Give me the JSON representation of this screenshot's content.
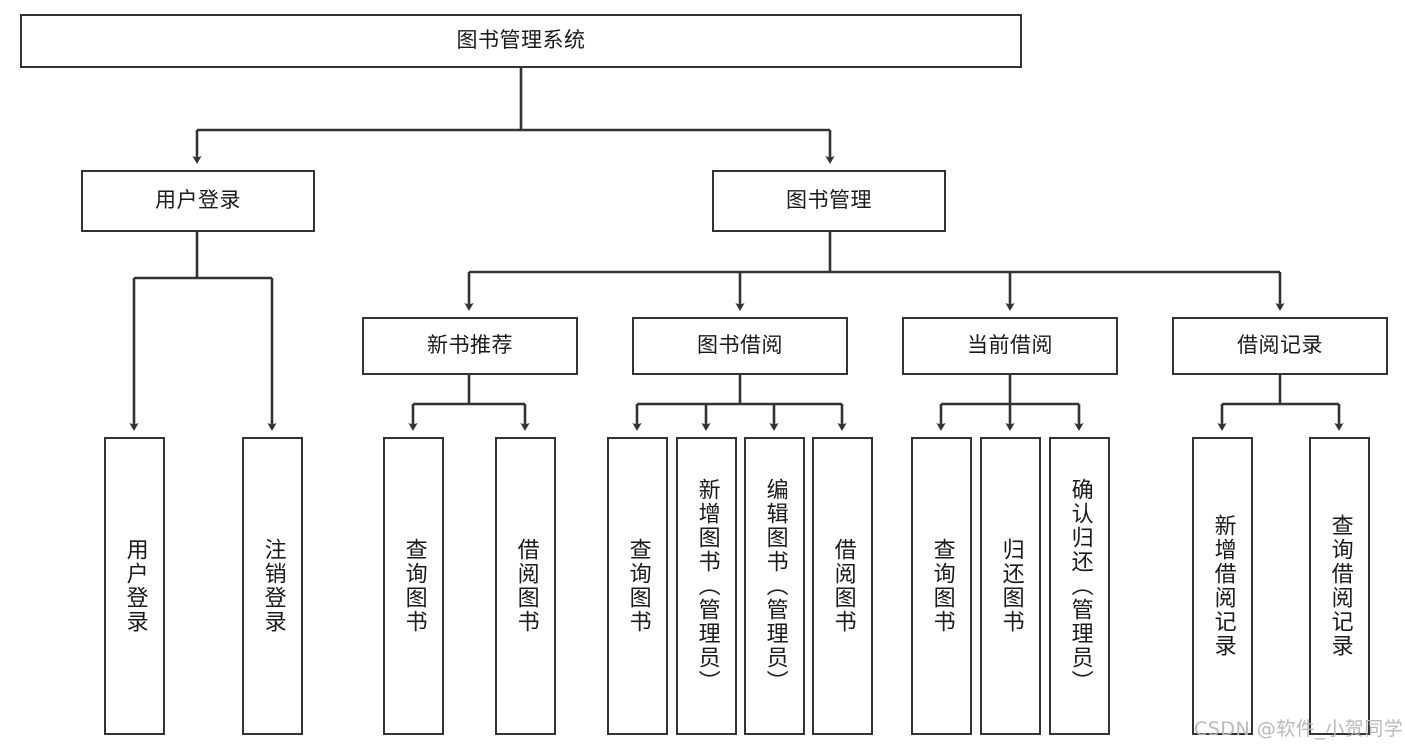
{
  "diagram": {
    "title": "图书管理系统",
    "type": "hierarchy-tree",
    "colors": {
      "box_border": "#333333",
      "box_fill": "#ffffff",
      "connector": "#333333",
      "text": "#1a1a1a",
      "watermark": "#b9b9b9",
      "background": "#ffffff"
    },
    "levels": {
      "level1": [
        "图书管理系统"
      ],
      "level2": [
        "用户登录",
        "图书管理"
      ],
      "level3": [
        "新书推荐",
        "图书借阅",
        "当前借阅",
        "借阅记录"
      ],
      "level4": [
        "用户登录",
        "注销登录",
        "查询图书",
        "借阅图书",
        "查询图书",
        "新增图书（管理员）",
        "编辑图书（管理员）",
        "借阅图书",
        "查询图书",
        "归还图书",
        "确认归还（管理员）",
        "新增借阅记录",
        "查询借阅记录"
      ]
    },
    "nodes": {
      "root": {
        "label": "图书管理系统"
      },
      "user_login": {
        "label": "用户登录"
      },
      "book_manage": {
        "label": "图书管理"
      },
      "new_book_rec": {
        "label": "新书推荐"
      },
      "book_borrow": {
        "label": "图书借阅"
      },
      "current_borrow": {
        "label": "当前借阅"
      },
      "borrow_record": {
        "label": "借阅记录"
      },
      "leaf_user_login": {
        "label": "用户登录"
      },
      "leaf_logout": {
        "label": "注销登录"
      },
      "leaf_query_book_1": {
        "label": "查询图书"
      },
      "leaf_borrow_book_1": {
        "label": "借阅图书"
      },
      "leaf_query_book_2": {
        "label": "查询图书"
      },
      "leaf_add_book": {
        "label": "新增图书（管理员）"
      },
      "leaf_edit_book": {
        "label": "编辑图书（管理员）"
      },
      "leaf_borrow_book_2": {
        "label": "借阅图书"
      },
      "leaf_query_book_3": {
        "label": "查询图书"
      },
      "leaf_return_book": {
        "label": "归还图书"
      },
      "leaf_confirm_return": {
        "label": "确认归还（管理员）"
      },
      "leaf_add_record": {
        "label": "新增借阅记录"
      },
      "leaf_query_record": {
        "label": "查询借阅记录"
      }
    },
    "watermark": "CSDN @软件_小贺同学"
  }
}
